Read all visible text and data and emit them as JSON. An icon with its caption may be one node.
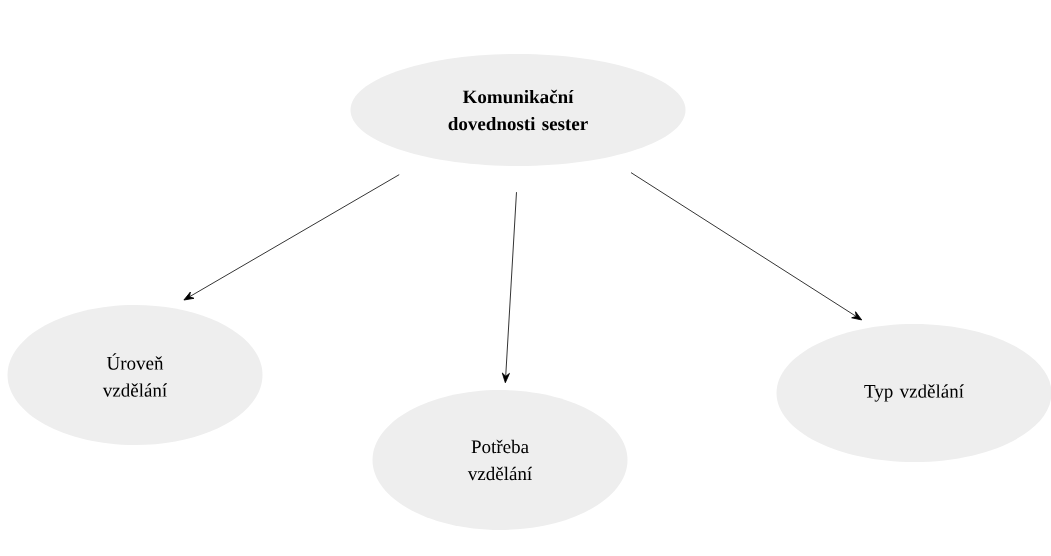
{
  "diagram": {
    "nodes": [
      {
        "text": [
          "Komunikační dovednosti sester"
        ]
      },
      {
        "text": [
          "Úroveň vzdělání"
        ]
      },
      {
        "text": [
          "Potřeba vzdělání"
        ]
      },
      {
        "text": [
          "Typ vzdělání"
        ]
      }
    ],
    "edges": [
      {
        "from": 0,
        "to": 1,
        "arrow": "to"
      },
      {
        "from": 0,
        "to": 2,
        "arrow": "to"
      },
      {
        "from": 0,
        "to": 3,
        "arrow": "to"
      }
    ]
  }
}
